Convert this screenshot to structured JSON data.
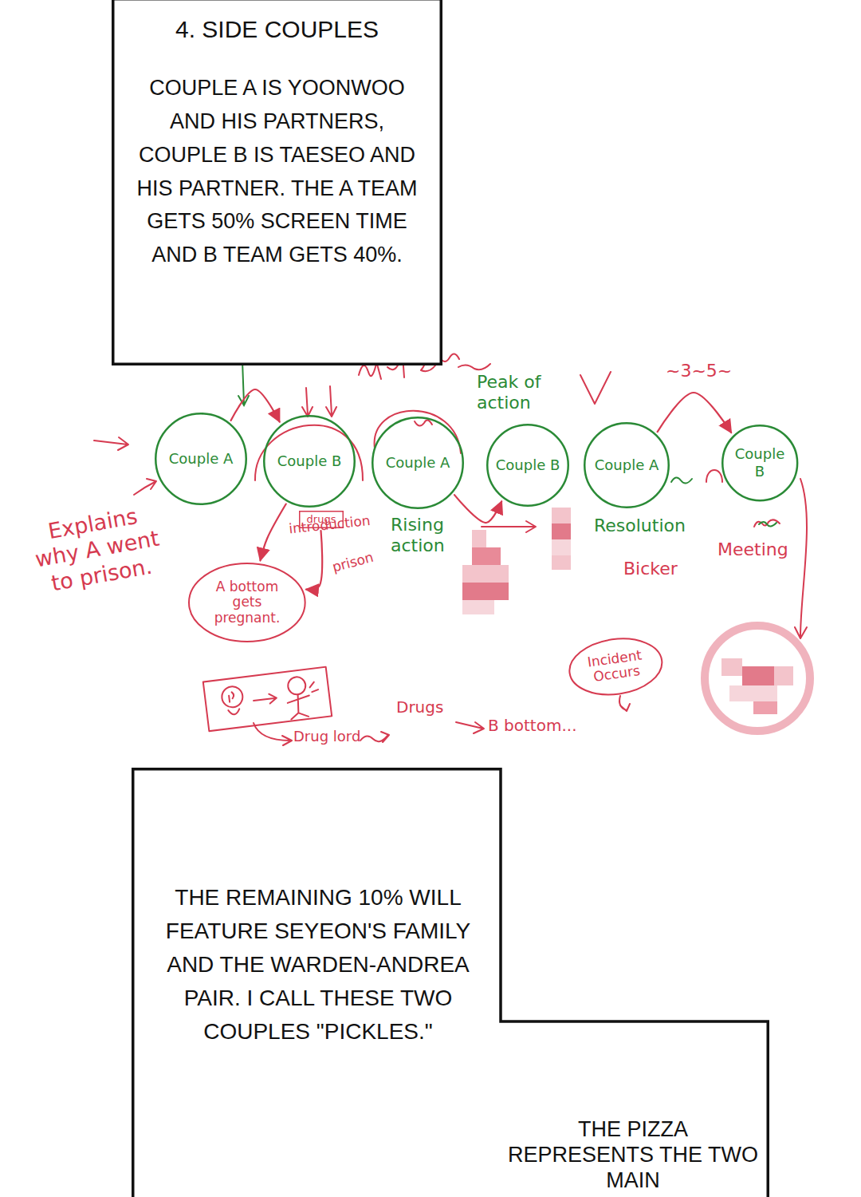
{
  "diagram": {
    "nodes": [
      {
        "text": [
          "4. SIDE COUPLES",
          "COUPLE A IS YOONWOO AND HIS PARTNERS, COUPLE B IS TAESEO AND HIS PARTNER. THE A TEAM GETS 50% SCREEN TIME AND B TEAM GETS 40%."
        ]
      },
      {
        "text": [
          "Couple A"
        ]
      },
      {
        "text": [
          "Couple B"
        ]
      },
      {
        "text": [
          "Couple A"
        ]
      },
      {
        "text": [
          "Couple B"
        ]
      },
      {
        "text": [
          "Couple A"
        ]
      },
      {
        "text": [
          "Couple B"
        ]
      },
      {
        "text": [
          "drugs"
        ]
      },
      {
        "text": [
          "A bottom gets pregnant."
        ]
      },
      {
        "text": [
          "Incident Occurs"
        ]
      },
      {
        "text": [
          "THE REMAINING 10% WILL FEATURE SEYEON'S FAMILY AND THE WARDEN-ANDREA PAIR. I CALL THESE TWO COUPLES \"PICKLES.\"",
          "THE PIZZA REPRESENTS THE TWO MAIN"
        ]
      }
    ],
    "edges": [
      {
        "from": 1,
        "to": 2,
        "arrow": "to"
      },
      {
        "from": 2,
        "to": 8,
        "arrow": "to"
      },
      {
        "from": 7,
        "to": 8,
        "arrow": "to"
      },
      {
        "from": 3,
        "to": 4,
        "arrow": "to"
      },
      {
        "from": 5,
        "to": 6,
        "arrow": "to"
      }
    ],
    "labels": [
      "Peak of action",
      "~3~5~",
      "Explains why A went to prison.",
      "introduction",
      "prison",
      "Rising action",
      "Resolution",
      "Bicker",
      "Meeting",
      "Drug lord",
      "Drugs",
      "B bottom..."
    ]
  }
}
